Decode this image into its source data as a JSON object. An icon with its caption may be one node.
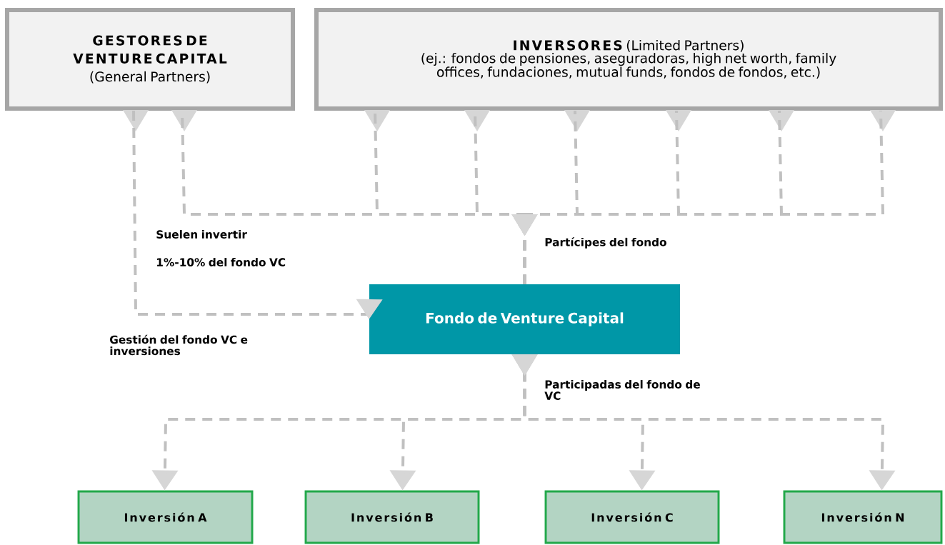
{
  "diagram": {
    "nodes": [
      {
        "text": [
          "GESTORES DE VENTURE CAPITAL",
          "(General Partners)"
        ]
      },
      {
        "text": [
          "INVERSORES",
          "(Limited Partners)",
          "(ej.: fondos de pensiones, aseguradoras, high net worth, family offices, fundaciones, mutual funds, fondos de fondos, etc.)"
        ]
      },
      {
        "text": [
          "Fondo de Venture Capital"
        ]
      },
      {
        "text": [
          "Inversión A"
        ]
      },
      {
        "text": [
          "Inversión B"
        ]
      },
      {
        "text": [
          "Inversión C"
        ]
      },
      {
        "text": [
          "Inversión N"
        ]
      }
    ],
    "edges": [
      {
        "from": 0,
        "to": 2,
        "arrow": "to",
        "label": "Gestión del fondo VC e inversiones"
      },
      {
        "from": 0,
        "to": 2,
        "arrow": "to"
      },
      {
        "from": 1,
        "to": 2,
        "arrow": "to"
      },
      {
        "from": 1,
        "to": 2,
        "arrow": "to"
      },
      {
        "from": 1,
        "to": 2,
        "arrow": "to"
      },
      {
        "from": 1,
        "to": 2,
        "arrow": "to"
      },
      {
        "from": 1,
        "to": 2,
        "arrow": "to"
      },
      {
        "from": 1,
        "to": 2,
        "arrow": "to"
      },
      {
        "from": 2,
        "to": 3,
        "arrow": "to"
      },
      {
        "from": 2,
        "to": 4,
        "arrow": "to"
      },
      {
        "from": 2,
        "to": 5,
        "arrow": "to"
      },
      {
        "from": 2,
        "to": 6,
        "arrow": "to"
      }
    ],
    "labels": [
      "Suelen invertir",
      "1%-10% del fondo VC",
      "Partícipes del fondo",
      "Participadas del fondo de VC"
    ]
  }
}
